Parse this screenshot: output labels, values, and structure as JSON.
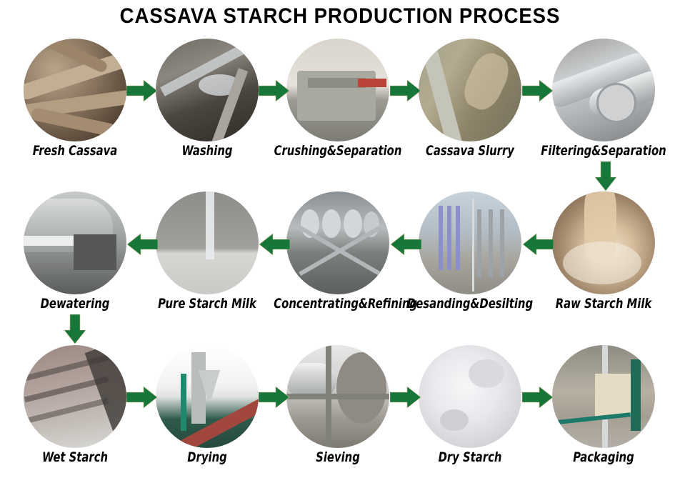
{
  "title": "CASSAVA STARCH PRODUCTION PROCESS",
  "colors": {
    "arrow": "#17773a",
    "arrow_outline": "#c9b98a",
    "background": "#ffffff",
    "text": "#000000"
  },
  "flow": {
    "rows": [
      {
        "direction": "left-to-right",
        "steps": [
          "Fresh Cassava",
          "Washing",
          "Crushing&Separation",
          "Cassava Slurry",
          "Filtering&Separation"
        ]
      },
      {
        "direction": "right-to-left",
        "steps": [
          "Raw Starch Milk",
          "Desanding&Desilting",
          "Concentrating&Refining",
          "Pure Starch Milk",
          "Dewatering"
        ]
      },
      {
        "direction": "left-to-right",
        "steps": [
          "Wet Starch",
          "Drying",
          "Sieving",
          "Dry Starch",
          "Packaging"
        ]
      }
    ]
  },
  "steps": [
    {
      "label": "Fresh Cassava",
      "image": "cassava-roots-photo"
    },
    {
      "label": "Washing",
      "image": "washing-machine-photo"
    },
    {
      "label": "Crushing&Separation",
      "image": "crusher-machine-photo"
    },
    {
      "label": "Cassava Slurry",
      "image": "slurry-photo"
    },
    {
      "label": "Filtering&Separation",
      "image": "centrifugal-sieve-photo"
    },
    {
      "label": "Raw Starch Milk",
      "image": "raw-starch-milk-photo"
    },
    {
      "label": "Desanding&Desilting",
      "image": "desander-cyclones-photo"
    },
    {
      "label": "Concentrating&Refining",
      "image": "hydrocyclone-station-photo"
    },
    {
      "label": "Pure Starch Milk",
      "image": "pure-starch-milk-photo"
    },
    {
      "label": "Dewatering",
      "image": "vacuum-filter-photo"
    },
    {
      "label": "Wet Starch",
      "image": "wet-starch-photo"
    },
    {
      "label": "Drying",
      "image": "flash-dryer-photo"
    },
    {
      "label": "Sieving",
      "image": "sieve-machine-photo"
    },
    {
      "label": "Dry Starch",
      "image": "dry-starch-powder-photo"
    },
    {
      "label": "Packaging",
      "image": "packaging-machine-photo"
    }
  ]
}
